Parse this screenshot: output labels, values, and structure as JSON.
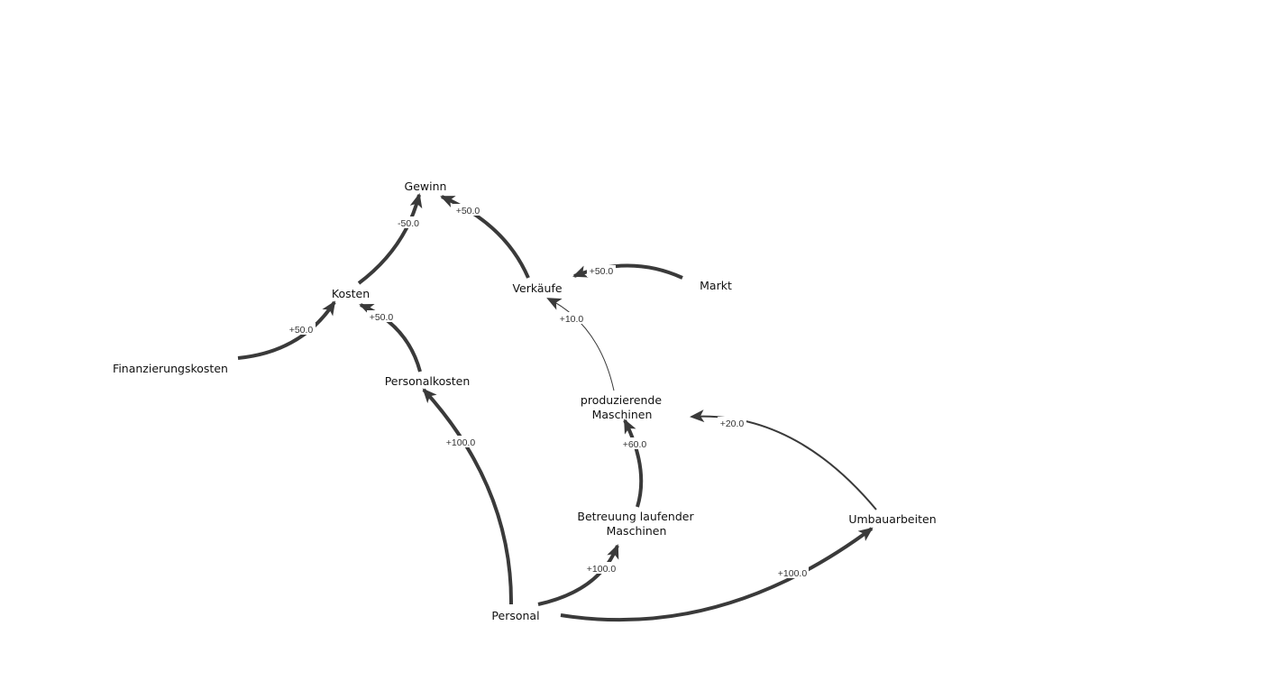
{
  "nodes": {
    "gewinn": "Gewinn",
    "kosten": "Kosten",
    "verkaeufe": "Verkäufe",
    "markt": "Markt",
    "finanzierungskosten": "Finanzierungskosten",
    "personalkosten": "Personalkosten",
    "produzierende_1": "produzierende",
    "produzierende_2": "Maschinen",
    "betreuung_1": "Betreuung laufender",
    "betreuung_2": "Maschinen",
    "umbauarbeiten": "Umbauarbeiten",
    "personal": "Personal"
  },
  "edges": [
    {
      "from": "Kosten",
      "to": "Gewinn",
      "weight": "-50.0"
    },
    {
      "from": "Verkäufe",
      "to": "Gewinn",
      "weight": "+50.0"
    },
    {
      "from": "Markt",
      "to": "Verkäufe",
      "weight": "+50.0"
    },
    {
      "from": "Finanzierungskosten",
      "to": "Kosten",
      "weight": "+50.0"
    },
    {
      "from": "Personalkosten",
      "to": "Kosten",
      "weight": "+50.0"
    },
    {
      "from": "Personal",
      "to": "Personalkosten",
      "weight": "+100.0"
    },
    {
      "from": "produzierende Maschinen",
      "to": "Verkäufe",
      "weight": "+10.0"
    },
    {
      "from": "Betreuung laufender Maschinen",
      "to": "produzierende Maschinen",
      "weight": "+60.0"
    },
    {
      "from": "Umbauarbeiten",
      "to": "produzierende Maschinen",
      "weight": "+20.0"
    },
    {
      "from": "Personal",
      "to": "Betreuung laufender Maschinen",
      "weight": "+100.0"
    },
    {
      "from": "Personal",
      "to": "Umbauarbeiten",
      "weight": "+100.0"
    }
  ],
  "colors": {
    "edge": "#3a3a3a",
    "text": "#111111"
  }
}
